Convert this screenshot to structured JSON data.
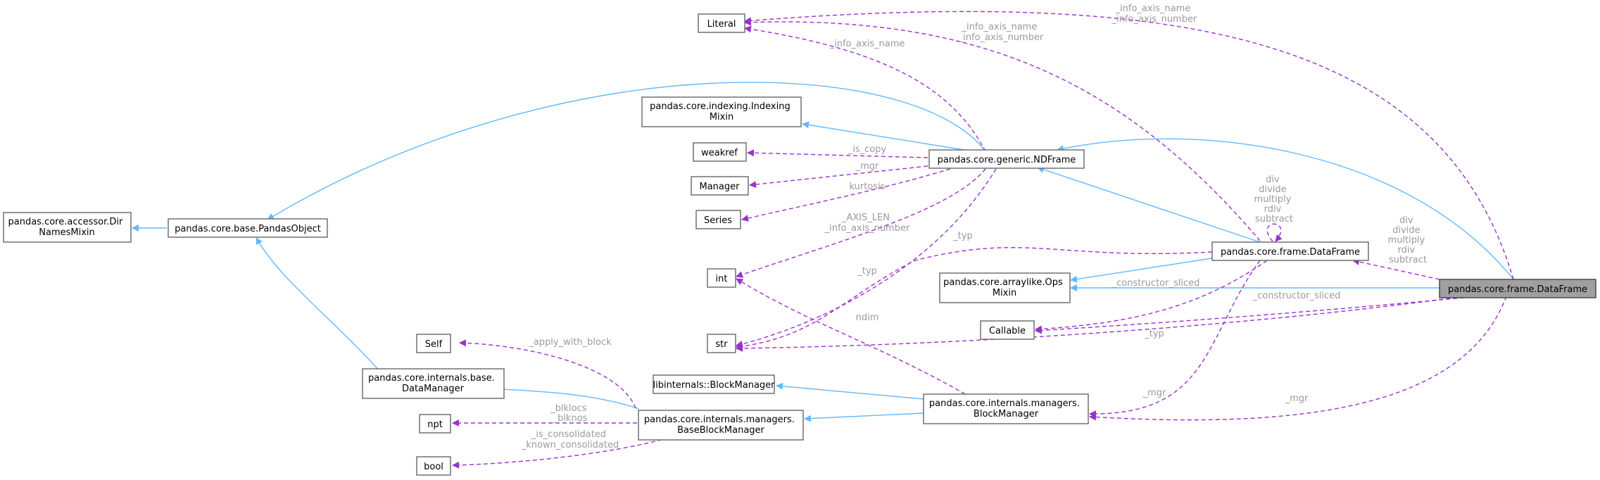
{
  "nodes": [
    {
      "id": "literal",
      "lines": [
        "Literal"
      ]
    },
    {
      "id": "indexing_mixin",
      "lines": [
        "pandas.core.indexing.Indexing",
        "Mixin"
      ]
    },
    {
      "id": "weakref",
      "lines": [
        "weakref"
      ]
    },
    {
      "id": "manager",
      "lines": [
        "Manager"
      ]
    },
    {
      "id": "series",
      "lines": [
        "Series"
      ]
    },
    {
      "id": "dirnames_mixin",
      "lines": [
        "pandas.core.accessor.Dir",
        "NamesMixin"
      ]
    },
    {
      "id": "pandas_object",
      "lines": [
        "pandas.core.base.PandasObject"
      ]
    },
    {
      "id": "ndframe",
      "lines": [
        "pandas.core.generic.NDFrame"
      ]
    },
    {
      "id": "dataframe_base",
      "lines": [
        "pandas.core.frame.DataFrame"
      ]
    },
    {
      "id": "int",
      "lines": [
        "int"
      ]
    },
    {
      "id": "ops_mixin",
      "lines": [
        "pandas.core.arraylike.Ops",
        "Mixin"
      ]
    },
    {
      "id": "callable",
      "lines": [
        "Callable"
      ]
    },
    {
      "id": "str",
      "lines": [
        "str"
      ]
    },
    {
      "id": "dataframe_main",
      "lines": [
        "pandas.core.frame.DataFrame"
      ]
    },
    {
      "id": "self",
      "lines": [
        "Self"
      ]
    },
    {
      "id": "data_manager",
      "lines": [
        "pandas.core.internals.base.",
        "DataManager"
      ]
    },
    {
      "id": "libinternals_bm",
      "lines": [
        "libinternals::BlockManager"
      ]
    },
    {
      "id": "npt",
      "lines": [
        "npt"
      ]
    },
    {
      "id": "base_block_manager",
      "lines": [
        "pandas.core.internals.managers.",
        "BaseBlockManager"
      ]
    },
    {
      "id": "block_manager",
      "lines": [
        "pandas.core.internals.managers.",
        "BlockManager"
      ]
    },
    {
      "id": "bool",
      "lines": [
        "bool"
      ]
    }
  ],
  "edge_labels": [
    {
      "id": "lbl_main_literal",
      "lines": [
        "_info_axis_name",
        "_info_axis_number"
      ]
    },
    {
      "id": "lbl_df_literal",
      "lines": [
        "_info_axis_name",
        "_info_axis_number"
      ]
    },
    {
      "id": "lbl_nd_literal",
      "lines": [
        "_info_axis_name"
      ]
    },
    {
      "id": "lbl_nd_weakref",
      "lines": [
        "_is_copy"
      ]
    },
    {
      "id": "lbl_nd_manager",
      "lines": [
        "_mgr"
      ]
    },
    {
      "id": "lbl_nd_series",
      "lines": [
        "kurtosis"
      ]
    },
    {
      "id": "lbl_nd_int",
      "lines": [
        "_AXIS_LEN",
        "_info_axis_number"
      ]
    },
    {
      "id": "lbl_nd_str",
      "lines": [
        "_typ"
      ]
    },
    {
      "id": "lbl_df_self",
      "lines": [
        "div",
        "divide",
        "multiply",
        "rdiv",
        "subtract"
      ]
    },
    {
      "id": "lbl_main_df",
      "lines": [
        "div",
        "divide",
        "multiply",
        "rdiv",
        "subtract"
      ]
    },
    {
      "id": "lbl_df_str",
      "lines": [
        "_typ"
      ]
    },
    {
      "id": "lbl_df_callable",
      "lines": [
        "_constructor_sliced"
      ]
    },
    {
      "id": "lbl_main_callable",
      "lines": [
        "_constructor_sliced"
      ]
    },
    {
      "id": "lbl_main_str",
      "lines": [
        "_typ"
      ]
    },
    {
      "id": "lbl_bm_int",
      "lines": [
        "ndim"
      ]
    },
    {
      "id": "lbl_df_bm",
      "lines": [
        "_mgr"
      ]
    },
    {
      "id": "lbl_main_bm",
      "lines": [
        "_mgr"
      ]
    },
    {
      "id": "lbl_bbm_self",
      "lines": [
        "_apply_with_block"
      ]
    },
    {
      "id": "lbl_bbm_npt",
      "lines": [
        "_blklocs",
        "_blknos"
      ]
    },
    {
      "id": "lbl_bbm_bool",
      "lines": [
        "_is_consolidated",
        "_known_consolidated"
      ]
    }
  ]
}
